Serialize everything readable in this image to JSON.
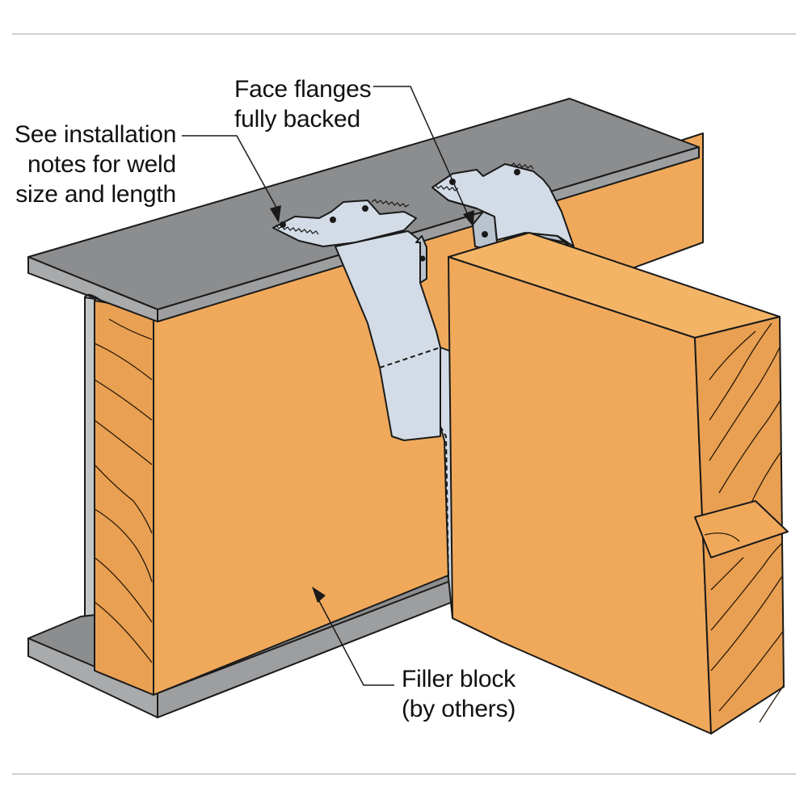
{
  "callouts": {
    "weld": [
      "See installation",
      "notes for weld",
      "size and length"
    ],
    "flanges": [
      "Face flanges",
      "fully backed"
    ],
    "filler": [
      "Filler block",
      "(by others)"
    ]
  },
  "colors": {
    "steel_top": "#8c8d8f",
    "steel_edge": "#a9aaac",
    "steel_web": "#c4c5c7",
    "wood": "#f0a95b",
    "wood_dark": "#e59a48",
    "hanger": "#d3dce6",
    "hanger_shadow": "#b9c3ce",
    "outline": "#1a1a1a",
    "rule": "#cfcfcf"
  }
}
